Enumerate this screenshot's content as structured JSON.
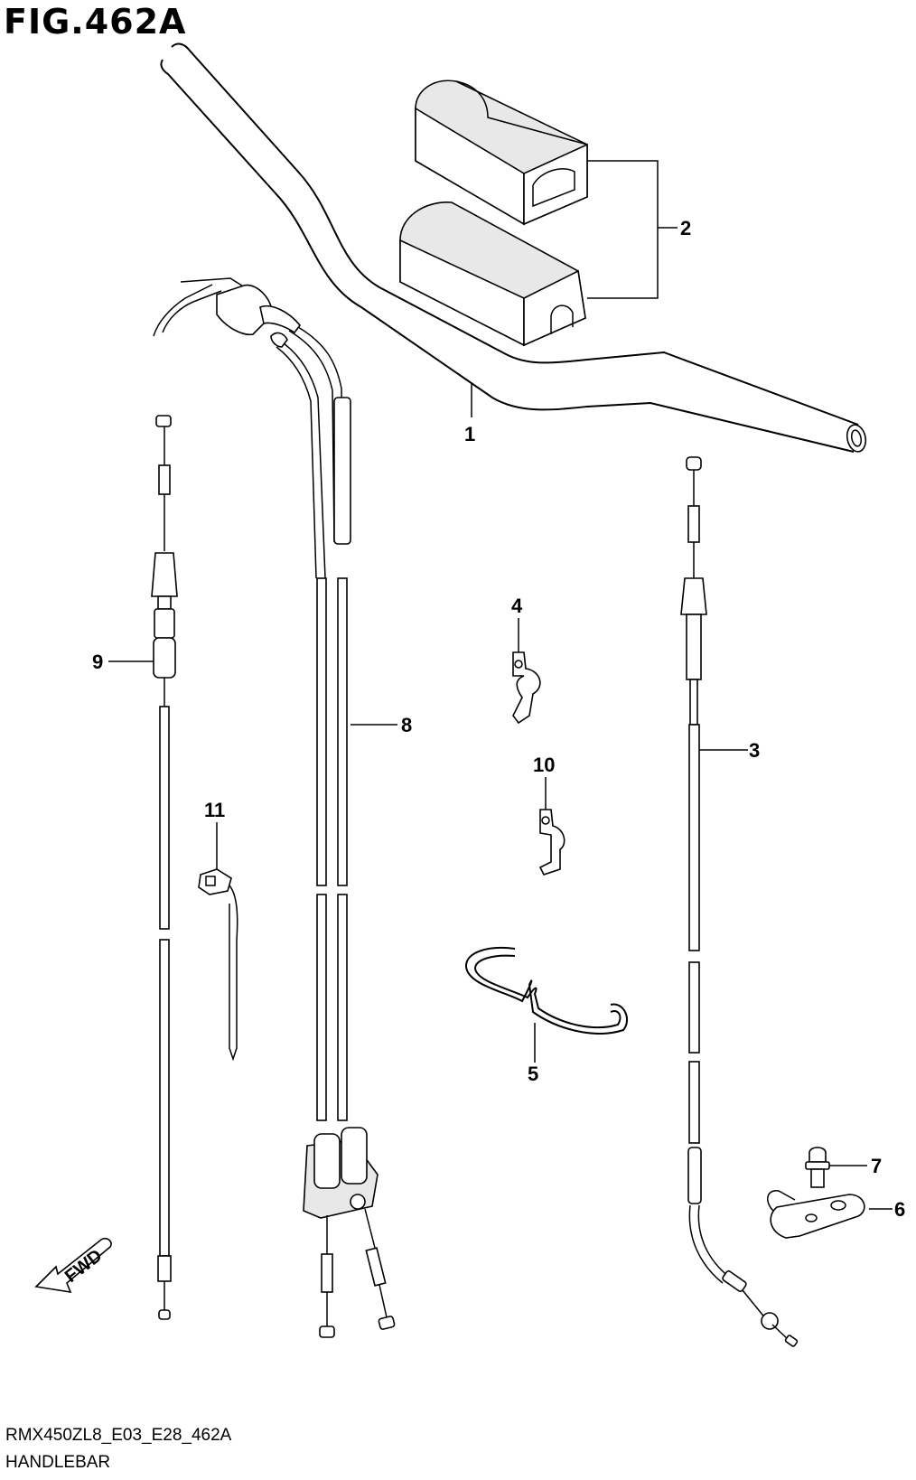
{
  "figure": {
    "title": "FIG.462A",
    "model_code": "RMX450ZL8_E03_E28_462A",
    "section_name": "HANDLEBAR",
    "fwd_label": "FWD"
  },
  "callouts": [
    {
      "id": "1",
      "label": "1"
    },
    {
      "id": "2",
      "label": "2"
    },
    {
      "id": "3",
      "label": "3"
    },
    {
      "id": "4",
      "label": "4"
    },
    {
      "id": "5",
      "label": "5"
    },
    {
      "id": "6",
      "label": "6"
    },
    {
      "id": "7",
      "label": "7"
    },
    {
      "id": "8",
      "label": "8"
    },
    {
      "id": "9",
      "label": "9"
    },
    {
      "id": "10",
      "label": "10"
    },
    {
      "id": "11",
      "label": "11"
    }
  ]
}
